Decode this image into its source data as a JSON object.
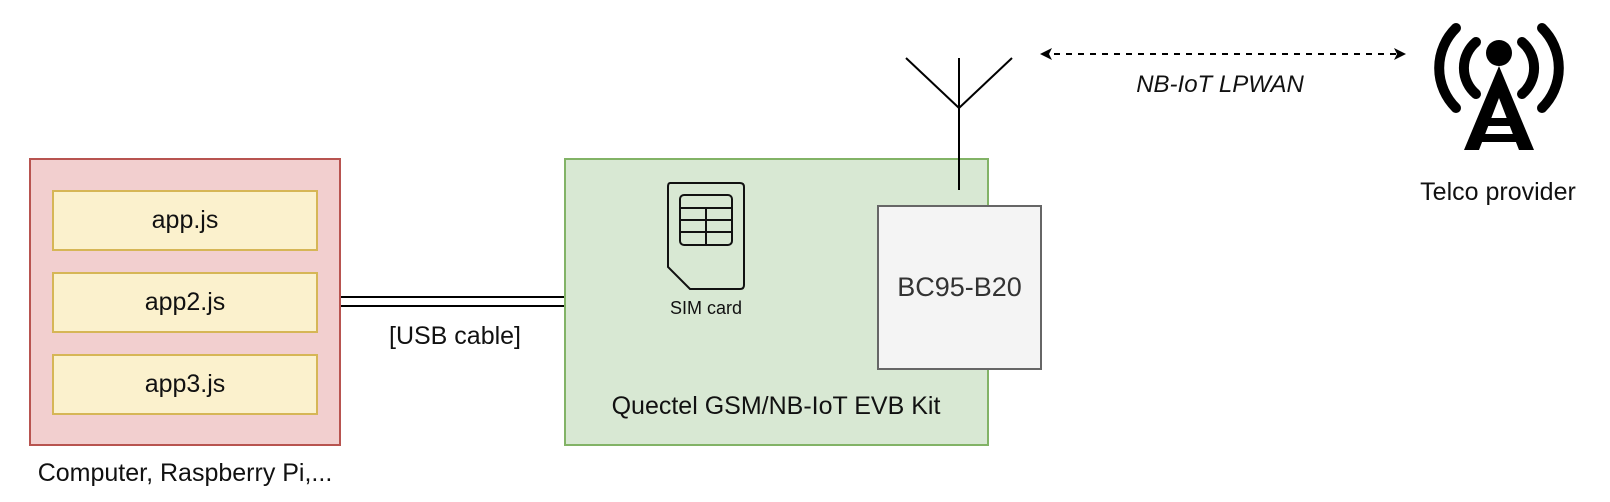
{
  "host": {
    "apps": [
      "app.js",
      "app2.js",
      "app3.js"
    ],
    "caption": "Computer, Raspberry Pi,..."
  },
  "link": {
    "usb_label": "[USB cable]",
    "radio_label": "NB-IoT LPWAN"
  },
  "kit": {
    "caption": "Quectel GSM/NB-IoT EVB Kit",
    "sim_label": "SIM card",
    "module_label": "BC95-B20"
  },
  "tower": {
    "caption": "Telco provider"
  },
  "icons": {
    "sim": "sim-card-icon",
    "antenna": "antenna-icon",
    "tower": "cell-tower-icon"
  }
}
